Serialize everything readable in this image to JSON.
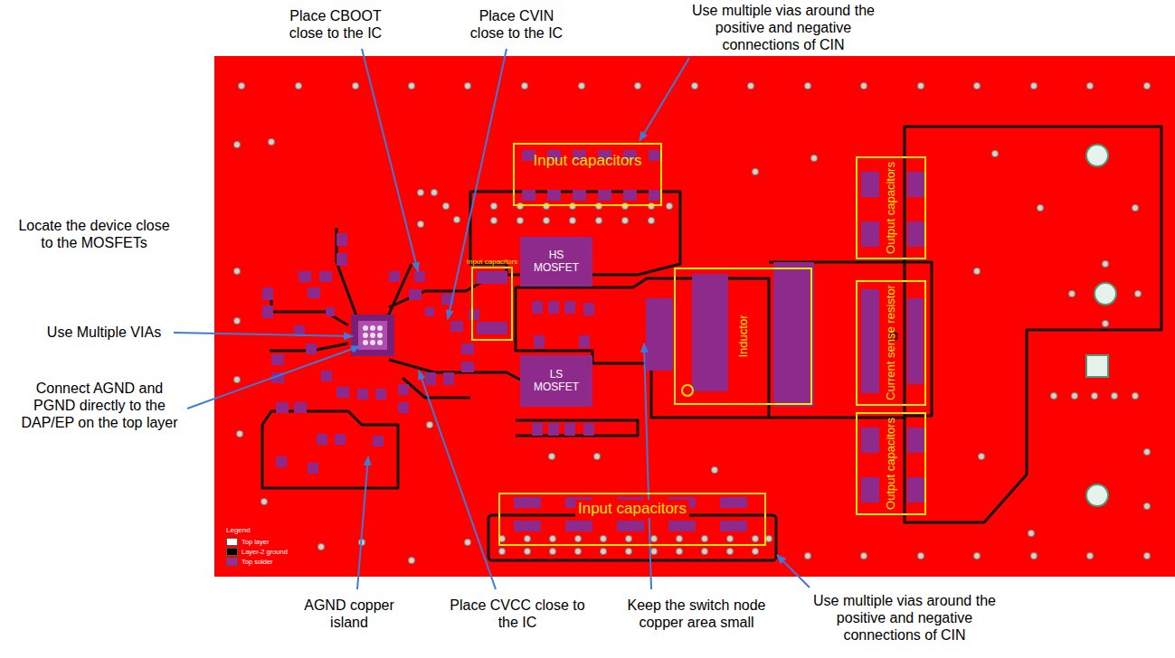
{
  "diagram": {
    "nodes": [
      {
        "text": [
          "Input capacitors"
        ]
      },
      {
        "text": [
          "Input capacitors"
        ]
      },
      {
        "text": [
          "HS MOSFET"
        ]
      },
      {
        "text": [
          "LS MOSFET"
        ]
      },
      {
        "text": [
          "Inductor"
        ]
      },
      {
        "text": [
          "Output capacitors"
        ]
      },
      {
        "text": [
          "Current sense resistor"
        ]
      },
      {
        "text": [
          "Output capacitors"
        ]
      },
      {
        "text": [
          "Input capacitors"
        ]
      }
    ],
    "labels": [
      "Place CBOOT close to the IC",
      "Place CVIN close to the IC",
      "Use multiple vias around the positive and negative connections of CIN",
      "Locate the device close to the MOSFETs",
      "Use Multiple VIAs",
      "Connect AGND and PGND directly to the DAP/EP on the top layer",
      "AGND copper island",
      "Place CVCC close to the IC",
      "Keep the switch node copper area small",
      "Use multiple vias around the positive and negative connections of CIN",
      "Legend"
    ],
    "legend": [
      {
        "text": "Top layer",
        "color": "#ffffff"
      },
      {
        "text": "Layer-2 ground",
        "color": "#000000"
      },
      {
        "text": "Top solder",
        "color": "#a3289c"
      }
    ]
  }
}
